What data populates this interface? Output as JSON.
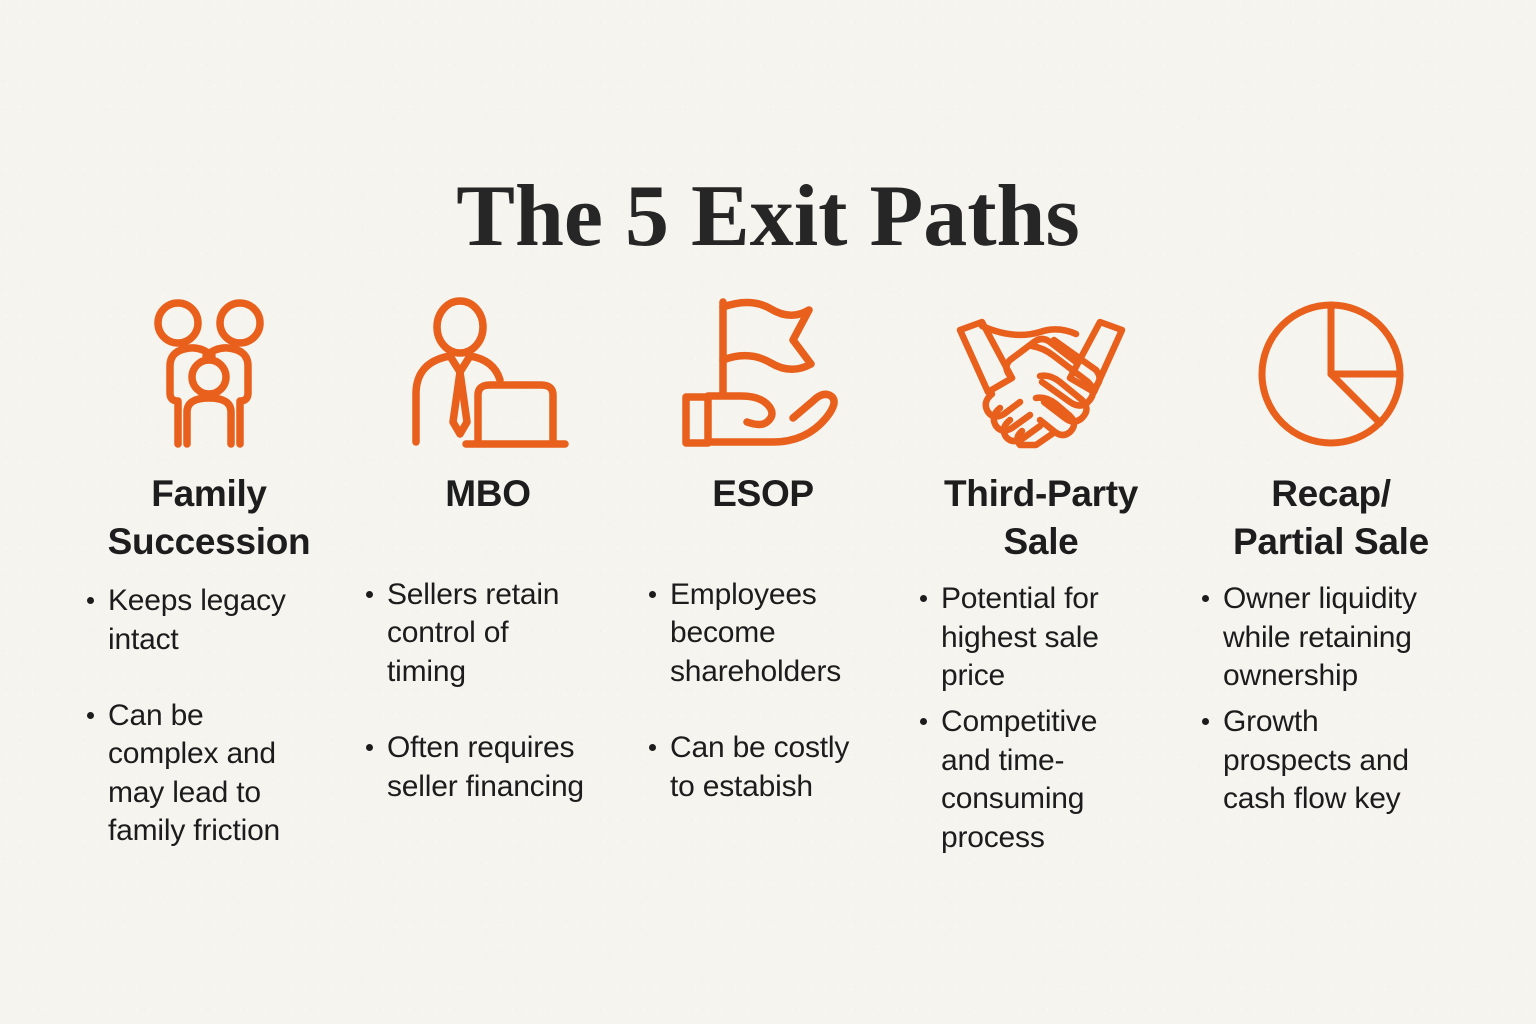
{
  "title": "The 5 Exit Paths",
  "colors": {
    "background": "#f5f4ef",
    "accent_orange": "#e8601c",
    "heading_text": "#1d1d1d",
    "body_text": "#1c1c1c",
    "title_text": "#262626"
  },
  "columns": [
    {
      "icon": "family-group-icon",
      "heading": "Family\nSuccession",
      "bullet_spacing": "loose",
      "bullets": [
        "Keeps legacy\nintact",
        "Can be\ncomplex and\nmay lead to\nfamily friction"
      ]
    },
    {
      "icon": "businessman-laptop-icon",
      "heading": "MBO",
      "bullet_spacing": "loose",
      "bullets": [
        "Sellers retain\ncontrol of\ntiming",
        "Often requires\nseller financing"
      ]
    },
    {
      "icon": "hand-holding-flag-icon",
      "heading": "ESOP",
      "bullet_spacing": "loose",
      "bullets": [
        "Employees\nbecome\nshareholders",
        "Can be costly\nto estabish"
      ]
    },
    {
      "icon": "handshake-icon",
      "heading": "Third-Party\nSale",
      "bullet_spacing": "tight",
      "bullets": [
        "Potential for\nhighest sale\nprice",
        "Competitive\nand time-\nconsuming\nprocess"
      ]
    },
    {
      "icon": "pie-chart-icon",
      "heading": "Recap/\nPartial Sale",
      "bullet_spacing": "tight",
      "bullets": [
        "Owner liquidity\nwhile retaining\nownership",
        "Growth\nprospects and\ncash flow key"
      ]
    }
  ]
}
